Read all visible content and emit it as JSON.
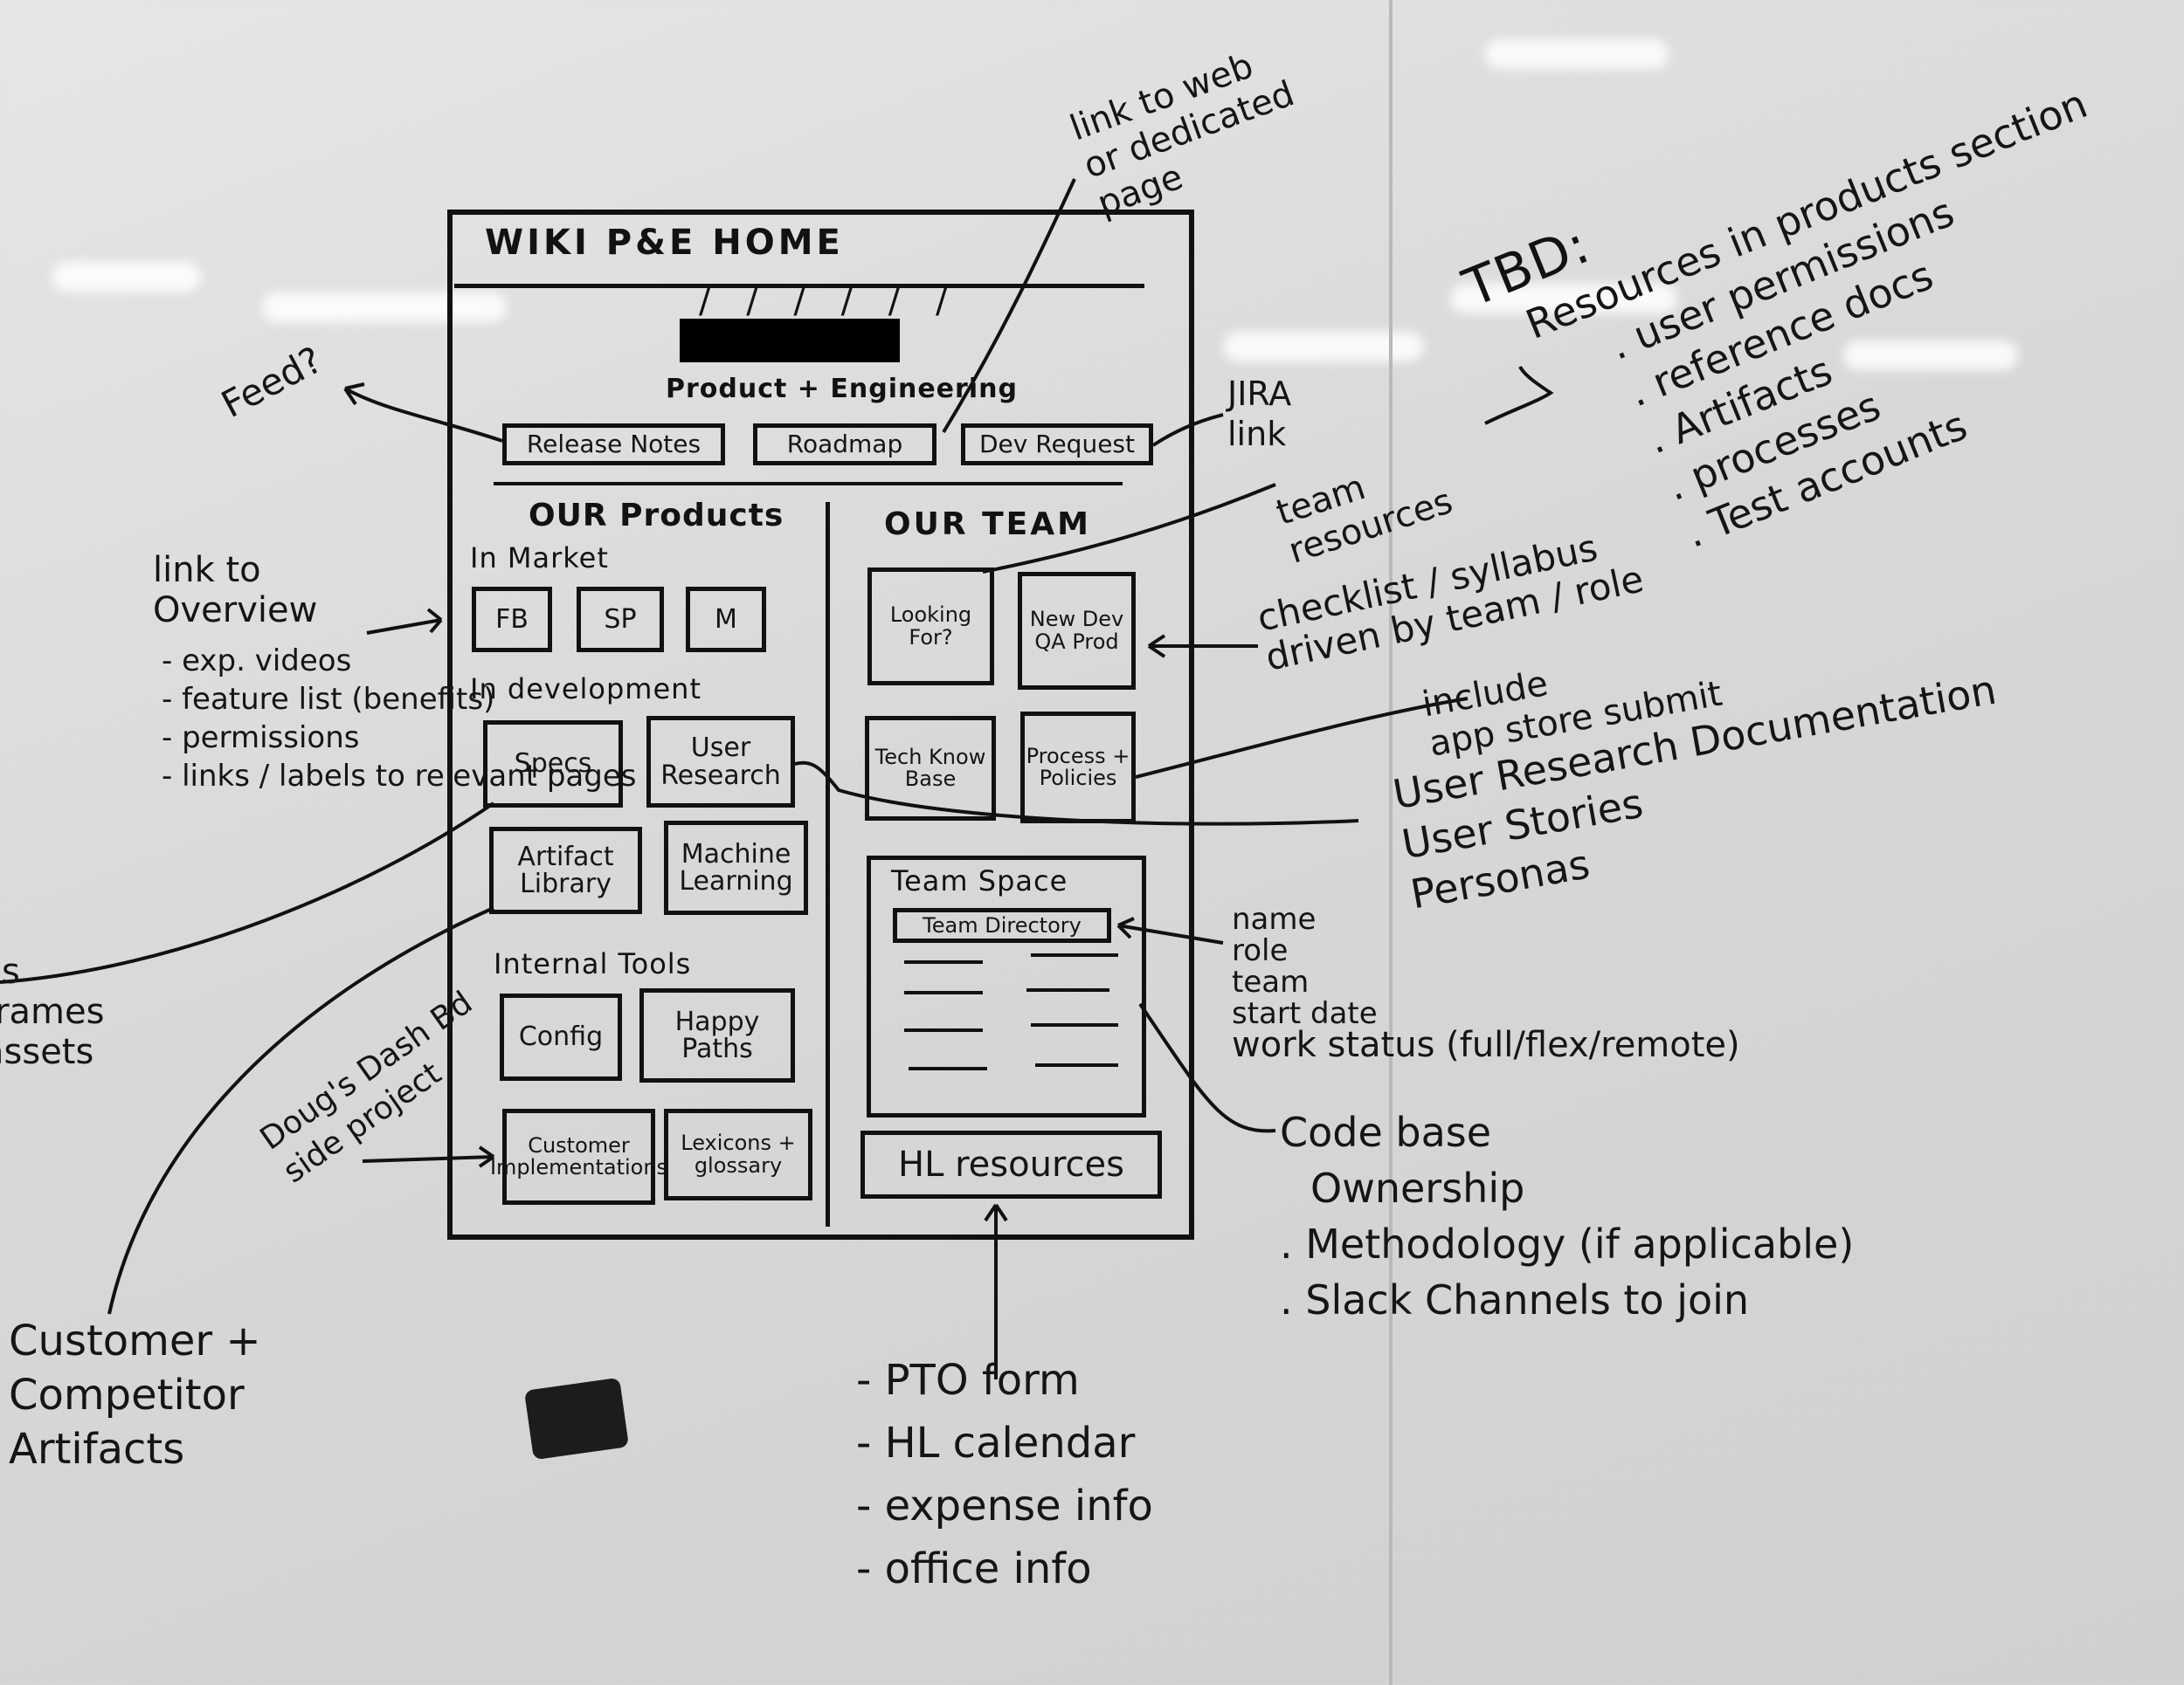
{
  "wireframe": {
    "title": "WIKI P&E HOME",
    "subtitle": "Product + Engineering",
    "buttons": [
      "Release Notes",
      "Roadmap",
      "Dev Request"
    ],
    "products": {
      "heading": "OUR Products",
      "in_market_label": "In Market",
      "in_market": [
        "FB",
        "SP",
        "M"
      ],
      "in_development_label": "In development",
      "in_development": [
        "Specs",
        "User Research",
        "Artifact Library",
        "Machine Learning"
      ],
      "internal_tools_label": "Internal Tools",
      "internal_tools": [
        "Config",
        "Happy Paths",
        "Customer Implementations",
        "Lexicons + glossary"
      ]
    },
    "team": {
      "heading": "OUR TEAM",
      "tiles": [
        "Looking For?",
        "New Dev QA Prod",
        "Tech Know Base",
        "Process + Policies"
      ],
      "team_space": "Team Space",
      "team_directory": "Team Directory",
      "hl_resources": "HL resources"
    }
  },
  "annotations": {
    "feed": "Feed?",
    "link_web": "link to web\nor dedicated\npage",
    "jira": "JIRA\nlink",
    "team_resources": "team\nresources",
    "checklist": "checklist / syllabus\ndriven by team / role",
    "include": "include\napp store submit",
    "user_research": "User Research Documentation\nUser Stories\nPersonas",
    "link_overview": "link to\nOverview",
    "overview_items": [
      "- exp. videos",
      "- feature list (benefits)",
      "- permissions",
      "- links / labels to relevant pages"
    ],
    "left_clipped": "cs\nframes\nassets",
    "side_project": "Doug's Dash Bd\nside project",
    "customer_competitor": "Customer +\nCompetitor\nArtifacts",
    "directory_fields": [
      "name",
      "role",
      "team",
      "start date",
      "work status (full/flex/remote)"
    ],
    "codebase_items": [
      "Code base",
      "Ownership",
      ". Methodology (if applicable)",
      ". Slack Channels to join"
    ],
    "hl_items": [
      "- PTO form",
      "- HL calendar",
      "- expense info",
      "- office info"
    ],
    "tbd_title": "TBD:",
    "tbd_items": [
      "Resources in products section",
      ". user permissions",
      ". reference docs",
      ". Artifacts",
      ". processes",
      ". Test accounts"
    ]
  }
}
